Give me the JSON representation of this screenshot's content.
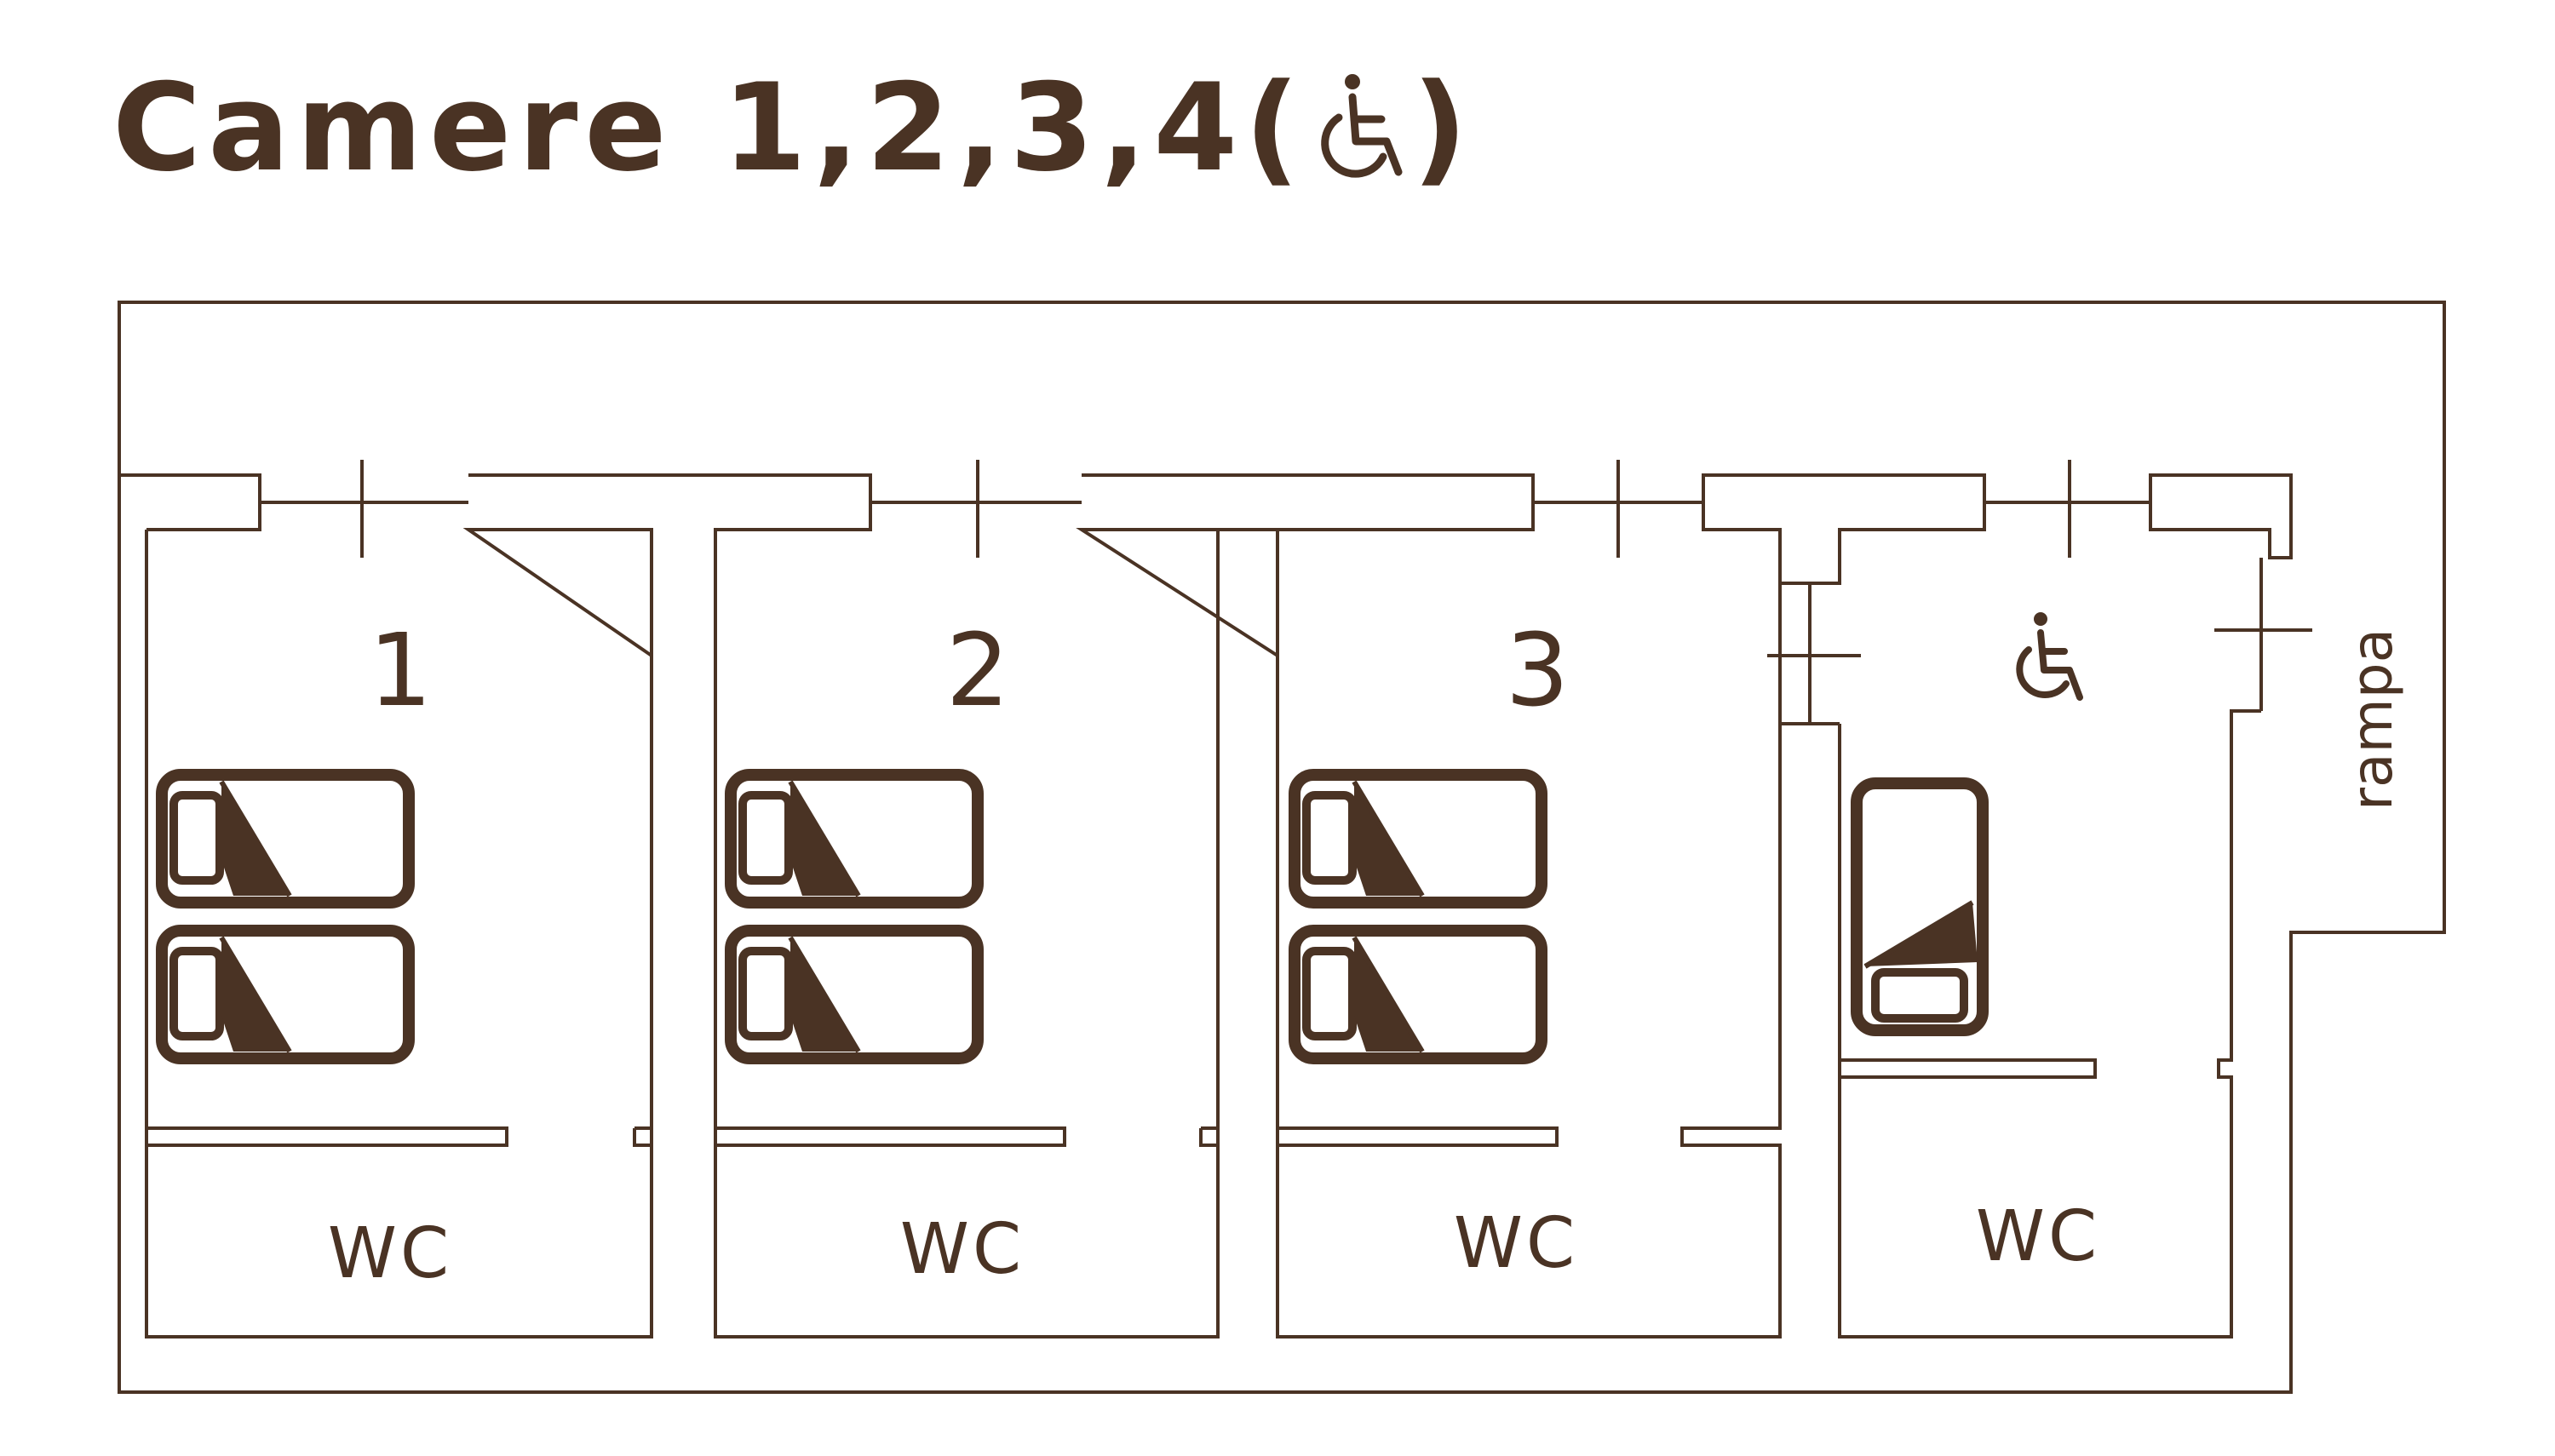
{
  "title": {
    "text": "Camere 1,2,3,4",
    "open_paren": "(",
    "close_paren": ")",
    "symbol_icon": "wheelchair-icon"
  },
  "rooms": [
    {
      "number": "1",
      "bathroom": "WC",
      "beds": 2
    },
    {
      "number": "2",
      "bathroom": "WC",
      "beds": 2
    },
    {
      "number": "3",
      "bathroom": "WC",
      "beds": 2
    },
    {
      "symbol_icon": "wheelchair-icon",
      "bathroom": "WC",
      "beds": 1
    }
  ],
  "ramp_label": "rampa",
  "colors": {
    "ink": "#4a3324",
    "background": "#ffffff"
  }
}
